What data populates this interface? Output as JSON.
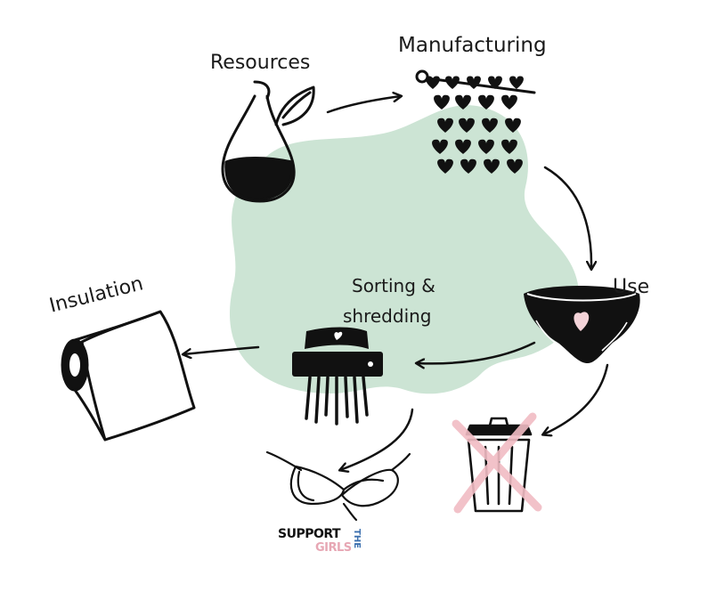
{
  "labels": {
    "resources": "Resources",
    "manufacturing": "Manufacturing",
    "use": "Use",
    "sorting_line1": "Sorting &",
    "sorting_line2": "shredding",
    "insulation": "Insulation"
  },
  "logo": {
    "line1": "SUPPORT",
    "line2": "GIRLS",
    "vertical": "THE"
  },
  "colors": {
    "blob": "#cce4d4",
    "ink": "#111111",
    "heart": "#f3d3d8",
    "cross": "#f1bcc4",
    "logo_pink": "#e7a7b4",
    "logo_blue": "#3b6fae"
  },
  "icons": [
    "flask-leaf-icon",
    "knitting-hearts-icon",
    "underwear-icon",
    "shredder-icon",
    "paper-roll-icon",
    "trash-bin-icon",
    "bra-icon"
  ]
}
